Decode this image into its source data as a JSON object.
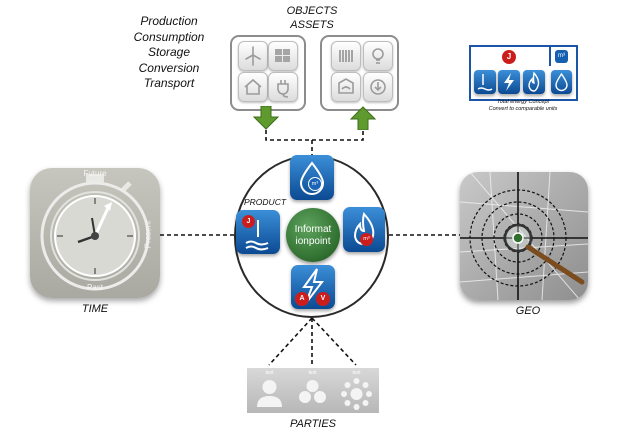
{
  "flows": [
    "Production",
    "Consumption",
    "Storage",
    "Conversion",
    "Transport"
  ],
  "objects_title": "OBJECTS",
  "assets_title": "ASSETS",
  "product_label": "PRODUCT",
  "center_label_line1": "Informat",
  "center_label_line2": "ionpoint",
  "time": {
    "label": "TIME",
    "future": "Future",
    "present": "Present",
    "past": "Past"
  },
  "geo_label": "GEO",
  "parties_label": "PARTIES",
  "parties": [
    "text",
    "text",
    "text"
  ],
  "energy_legend": {
    "joule": "J",
    "volume": "m³",
    "caption_line1": "Total energy Concept",
    "caption_line2": "Convert to comparable units"
  },
  "units": {
    "joule": "J",
    "cubic": "m³",
    "ampere": "A",
    "volt": "V"
  },
  "colors": {
    "blue_tile": "#1560b0",
    "green_arrow": "#5f9a2e",
    "red_badge": "#cc1d1d",
    "center_green": "#2f6e2f",
    "gray_tile": "#b4b4ac"
  }
}
